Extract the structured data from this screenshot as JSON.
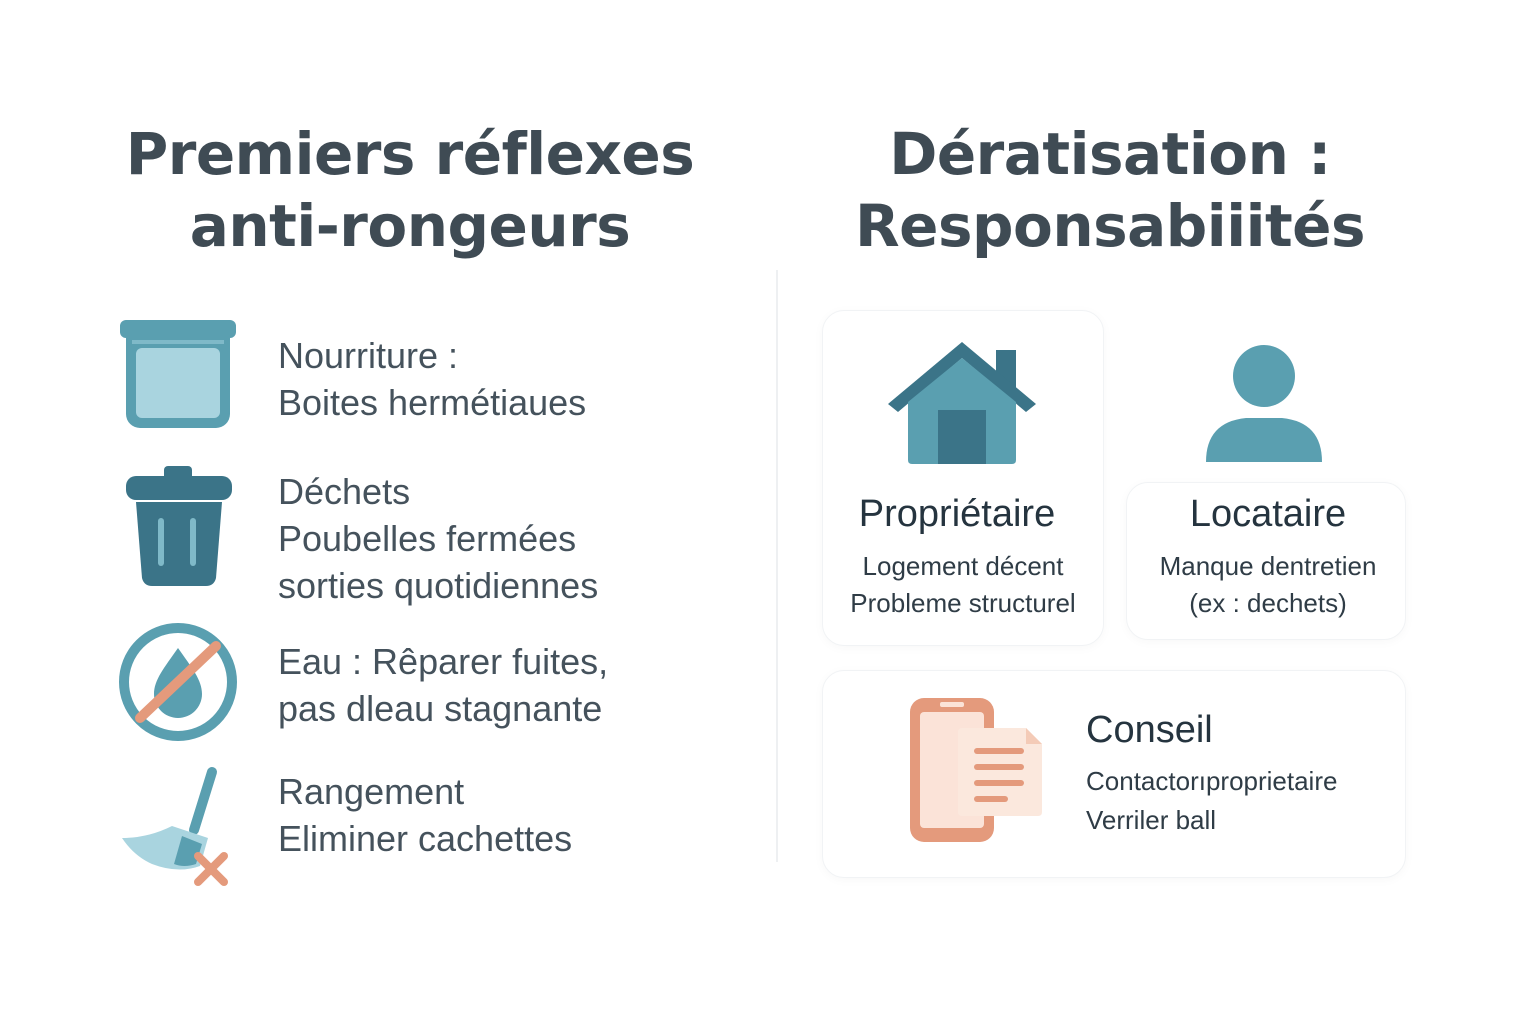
{
  "left_panel": {
    "title_line1": "Premiers réflexes",
    "title_line2": "anti-rongeurs",
    "tips": [
      {
        "icon": "food-container-icon",
        "lines": [
          "Nourriture :",
          "Boites hermétiaues"
        ]
      },
      {
        "icon": "trash-bin-icon",
        "lines": [
          "Déchets",
          "Poubelles fermées",
          "sorties quotidiennes"
        ]
      },
      {
        "icon": "no-water-icon",
        "lines": [
          "Eau : Rêparer fuites,",
          "pas dleau stagnante"
        ]
      },
      {
        "icon": "broom-icon",
        "lines": [
          "Rangement",
          "Eliminer cachettes"
        ]
      }
    ]
  },
  "right_panel": {
    "title_line1": "Dératisation :",
    "title_line2": "Responsabiiités",
    "owner": {
      "icon": "house-icon",
      "title": "Propriétaire",
      "lines": [
        "Logement décent",
        "Probleme structurel"
      ]
    },
    "tenant": {
      "icon": "person-icon",
      "title": "Locataire",
      "lines": [
        "Manque dentretien",
        "(ex : dechets)"
      ]
    },
    "advice": {
      "icon": "phone-document-icon",
      "title": "Conseil",
      "lines": [
        "Contactorıproprietaire",
        "Verriler ball"
      ]
    }
  },
  "colors": {
    "teal": "#5a9fb0",
    "teal_dark": "#3b7488",
    "teal_light": "#a9d4df",
    "salmon": "#e49a7c",
    "title": "#3f4b54"
  }
}
